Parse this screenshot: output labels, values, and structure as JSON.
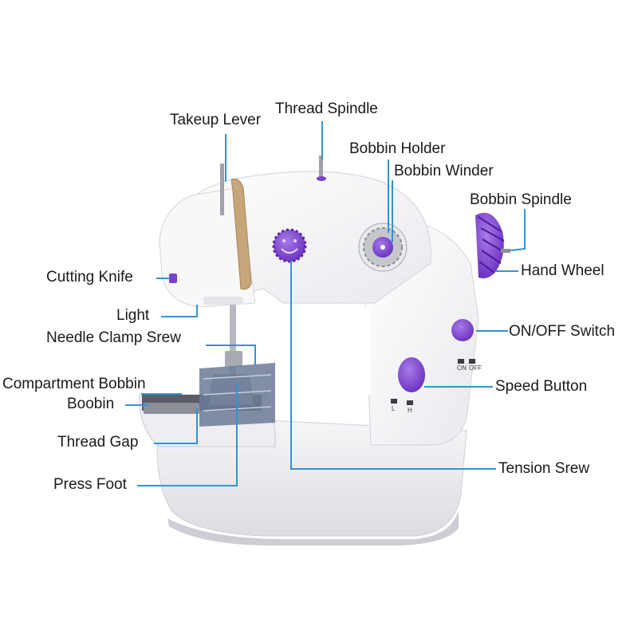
{
  "colors": {
    "label_text": "#1a1a1a",
    "leader_line": "#2f95d4",
    "accent_purple": "#7b3fd1",
    "body_white": "#f4f4f6",
    "base_shadow": "#d9dade"
  },
  "labels": {
    "takeup_lever": "Takeup Lever",
    "thread_spindle": "Thread Spindle",
    "bobbin_holder": "Bobbin Holder",
    "bobbin_winder": "Bobbin Winder",
    "bobbin_spindle": "Bobbin Spindle",
    "hand_wheel": "Hand Wheel",
    "cutting_knife": "Cutting Knife",
    "light": "Light",
    "needle_clamp_screw": "Needle Clamp Srew",
    "compartment_bobbin": "Compartment Bobbin",
    "boobin": "Boobin",
    "thread_gap": "Thread Gap",
    "press_foot": "Press Foot",
    "on_off_switch": "ON/OFF Switch",
    "speed_button": "Speed Button",
    "tension_screw": "Tension Srew"
  },
  "panel_markings": {
    "on": "ON",
    "off": "OFF",
    "low": "L",
    "high": "H"
  }
}
